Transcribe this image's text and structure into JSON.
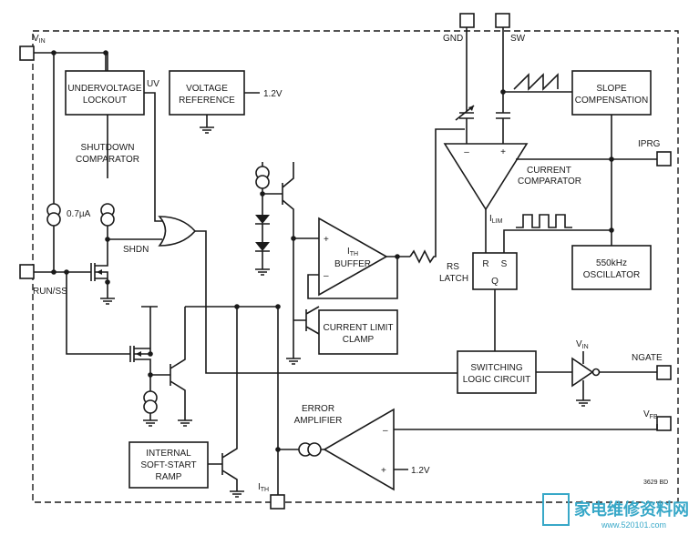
{
  "pins": {
    "vin": "V",
    "vin_sub": "IN",
    "run_ss": "RUN/SS",
    "gnd": "GND",
    "sw": "SW",
    "iprg": "IPRG",
    "ngate": "NGATE",
    "vfb": "V",
    "vfb_sub": "FB",
    "ith": "I",
    "ith_sub": "TH"
  },
  "blocks": {
    "uvlo_line1": "UNDERVOLTAGE",
    "uvlo_line2": "LOCKOUT",
    "vref_line1": "VOLTAGE",
    "vref_line2": "REFERENCE",
    "slope_line1": "SLOPE",
    "slope_line2": "COMPENSATION",
    "osc_line1": "550kHz",
    "osc_line2": "OSCILLATOR",
    "clamp_line1": "CURRENT LIMIT",
    "clamp_line2": "CLAMP",
    "logic_line1": "SWITCHING",
    "logic_line2": "LOGIC CIRCUIT",
    "ramp_line1": "INTERNAL",
    "ramp_line2": "SOFT-START",
    "ramp_line3": "RAMP",
    "latch_r": "R",
    "latch_s": "S",
    "latch_q": "Q"
  },
  "labels": {
    "uv": "UV",
    "vref_out": "1.2V",
    "vfb_ref": "1.2V",
    "shutdown_comp_line1": "SHUTDOWN",
    "shutdown_comp_line2": "COMPARATOR",
    "current_source": "0.7µA",
    "shdn": "SHDN",
    "buffer_line1": "I",
    "buffer_line1_sub": "TH",
    "buffer_line2": "BUFFER",
    "current_comp_line1": "CURRENT",
    "current_comp_line2": "COMPARATOR",
    "ilim": "I",
    "ilim_sub": "LIM",
    "rs_latch_line1": "RS",
    "rs_latch_line2": "LATCH",
    "error_amp_line1": "ERROR",
    "error_amp_line2": "AMPLIFIER",
    "driver_supply": "V",
    "driver_supply_sub": "IN",
    "plus": "+",
    "minus": "–",
    "figure_id": "3629 BD"
  },
  "watermark": {
    "cn_text": "家电维修资料网",
    "url": "www.520101.com"
  },
  "colors": {
    "ink": "#1a1a1a",
    "watermark": "#38a8c8"
  }
}
